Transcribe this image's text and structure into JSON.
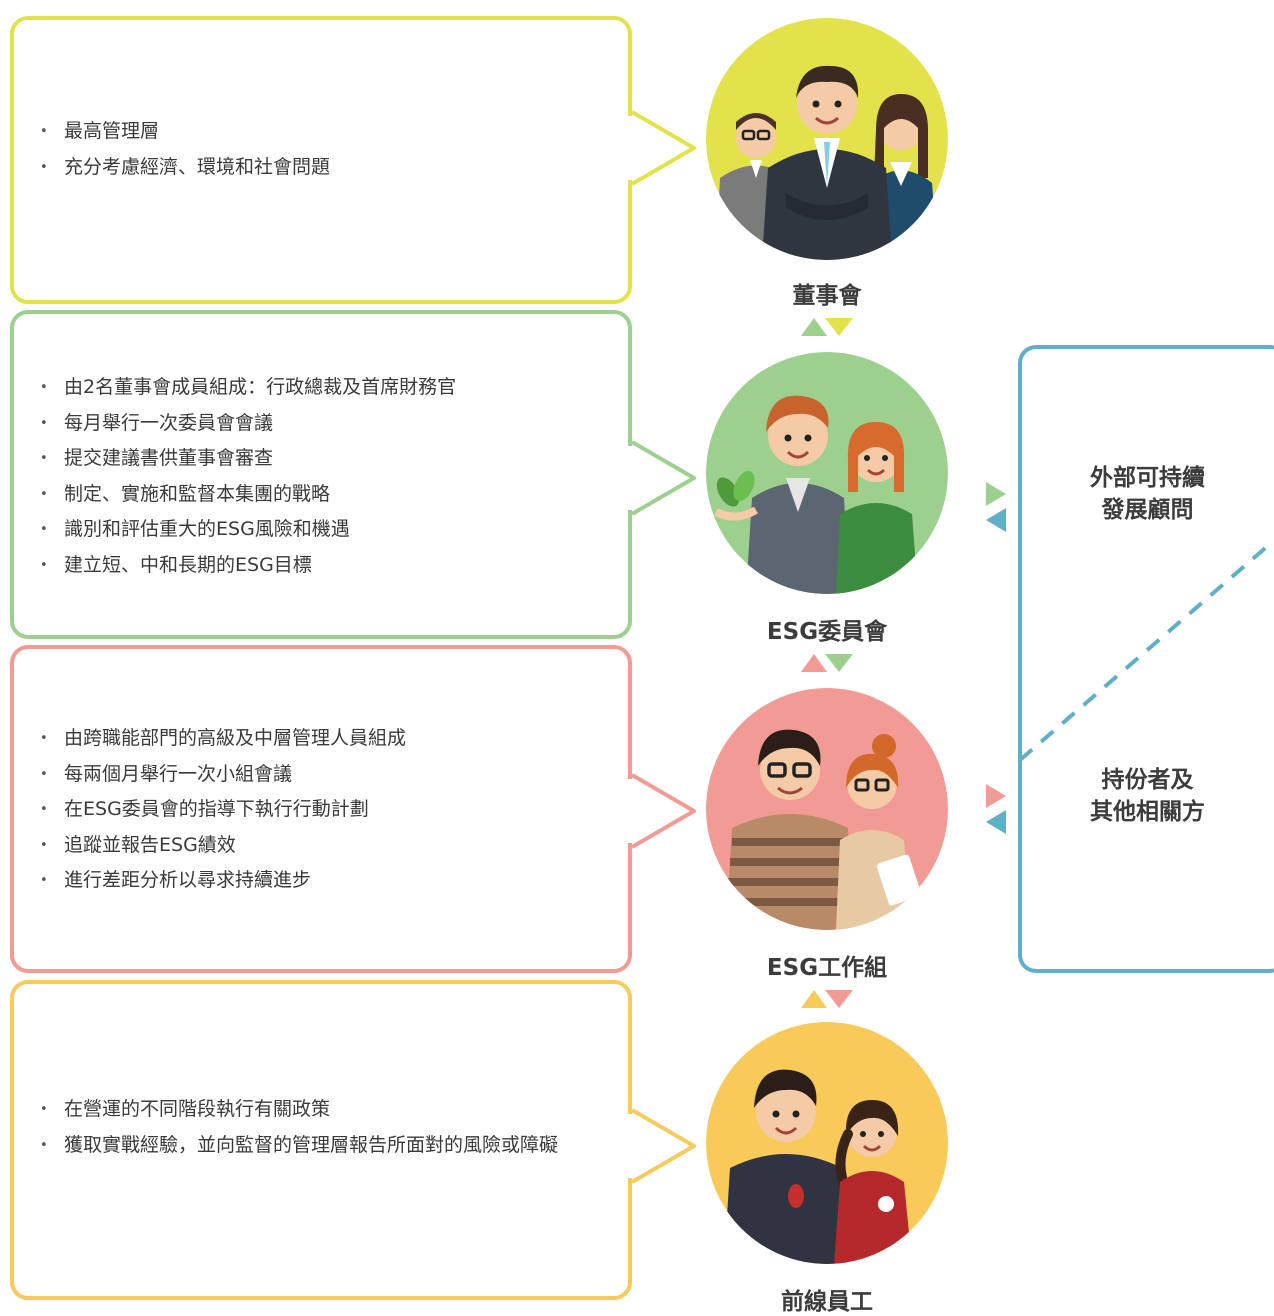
{
  "colors": {
    "yellow": "#e3e24a",
    "green": "#9dcf8f",
    "red": "#f29a94",
    "orange": "#f7ca5a",
    "teal": "#5fb0c6"
  },
  "tiers": [
    {
      "title": "董事會",
      "points": [
        "最高管理層",
        "充分考慮經濟、環境和社會問題"
      ]
    },
    {
      "title": "ESG委員會",
      "points": [
        "由2名董事會成員組成：行政總裁及首席財務官",
        "每月舉行一次委員會會議",
        "提交建議書供董事會審查",
        "制定、實施和監督本集團的戰略",
        "識別和評估重大的ESG風險和機遇",
        "建立短、中和長期的ESG目標"
      ]
    },
    {
      "title": "ESG工作組",
      "points": [
        "由跨職能部門的高級及中層管理人員組成",
        "每兩個月舉行一次小組會議",
        "在ESG委員會的指導下執行行動計劃",
        "追蹤並報告ESG績效",
        "進行差距分析以尋求持續進步"
      ]
    },
    {
      "title": "前線員工",
      "points": [
        "在營運的不同階段執行有關政策",
        "獲取實戰經驗，並向監督的管理層報告所面對的風險或障礙"
      ]
    }
  ],
  "external": {
    "consultant": [
      "外部可持續",
      "發展顧問"
    ],
    "stakeholders": [
      "持份者及",
      "其他相關方"
    ]
  }
}
